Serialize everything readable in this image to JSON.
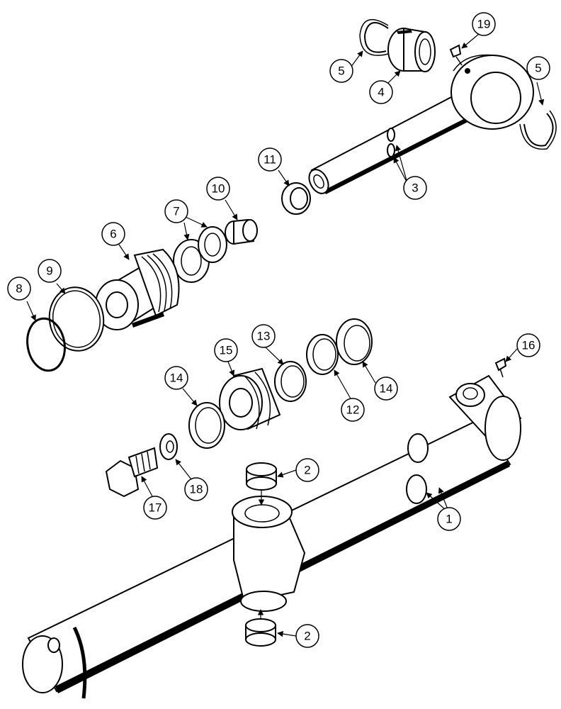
{
  "callouts": {
    "c19": "19",
    "c5_left": "5",
    "c4": "4",
    "c5_right": "5",
    "c11": "11",
    "c3": "3",
    "c10": "10",
    "c7": "7",
    "c6": "6",
    "c9": "9",
    "c8": "8",
    "c13": "13",
    "c15": "15",
    "c16": "16",
    "c14_left": "14",
    "c14_right": "14",
    "c12": "12",
    "c2_top": "2",
    "c1": "1",
    "c18": "18",
    "c17": "17",
    "c2_bottom": "2"
  }
}
